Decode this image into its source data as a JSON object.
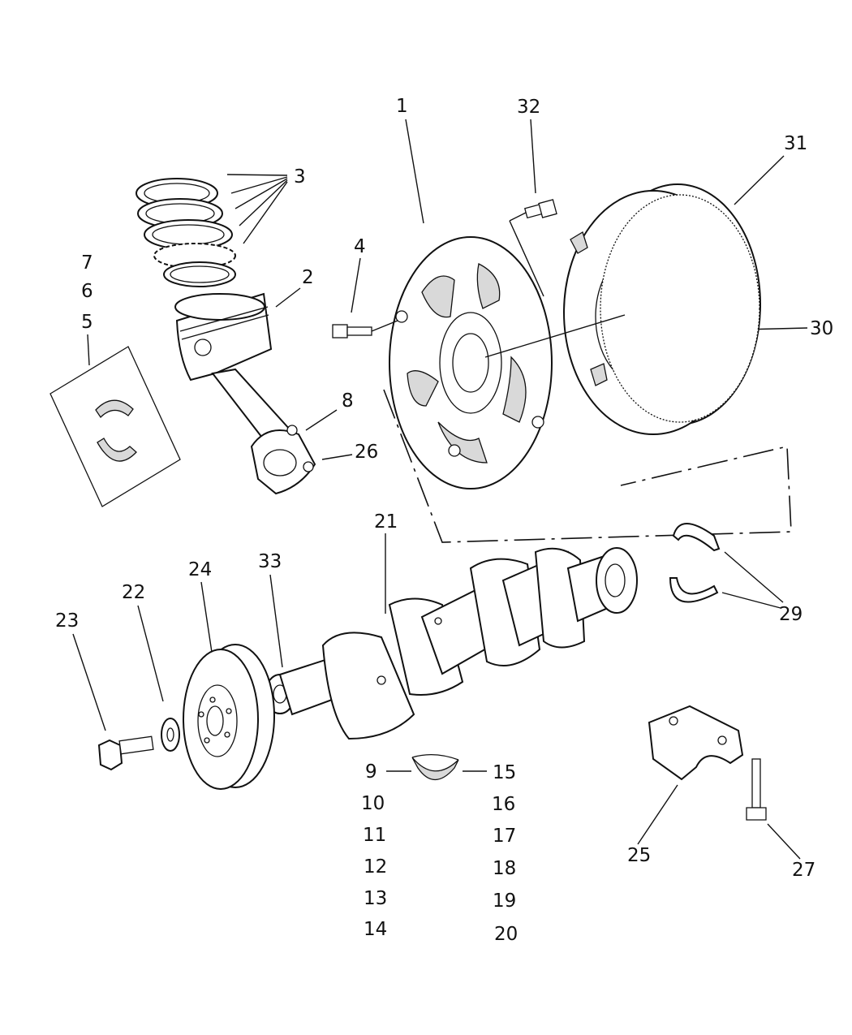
{
  "diagram": {
    "callouts": {
      "c1": "1",
      "c2": "2",
      "c3": "3",
      "c4": "4",
      "c5": "5",
      "c6": "6",
      "c7": "7",
      "c8": "8",
      "c9": "9",
      "c10": "10",
      "c11": "11",
      "c12": "12",
      "c13": "13",
      "c14": "14",
      "c15": "15",
      "c16": "16",
      "c17": "17",
      "c18": "18",
      "c19": "19",
      "c20": "20",
      "c21": "21",
      "c22": "22",
      "c23": "23",
      "c24": "24",
      "c25": "25",
      "c26": "26",
      "c27": "27",
      "c29": "29",
      "c30": "30",
      "c31": "31",
      "c32": "32",
      "c33": "33"
    },
    "parts": {
      "flexplate": "flexplate",
      "piston": "piston",
      "piston_rings": "piston-rings",
      "connecting_rod": "connecting-rod",
      "crankshaft": "crankshaft",
      "torque_converter": "torque-converter",
      "vibration_damper": "vibration-damper"
    }
  }
}
